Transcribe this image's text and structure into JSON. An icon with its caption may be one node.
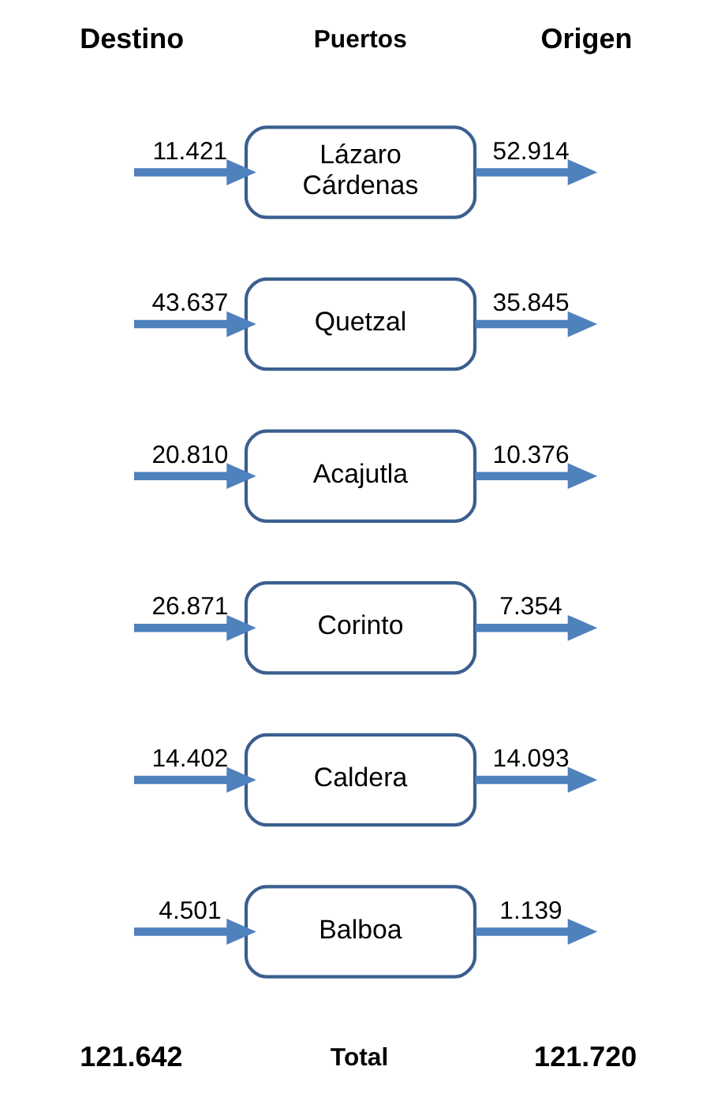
{
  "diagram": {
    "nodes": [
      {
        "text": [
          "Lázaro Cárdenas"
        ]
      },
      {
        "text": [
          "Quetzal"
        ]
      },
      {
        "text": [
          "Acajutla"
        ]
      },
      {
        "text": [
          "Corinto"
        ]
      },
      {
        "text": [
          "Caldera"
        ]
      },
      {
        "text": [
          "Balboa"
        ]
      }
    ],
    "edges": [
      {
        "from": null,
        "to": 0,
        "arrow": "to",
        "label": "11.421"
      },
      {
        "from": 0,
        "to": null,
        "arrow": "to",
        "label": "52.914"
      },
      {
        "from": null,
        "to": 1,
        "arrow": "to",
        "label": "43.637"
      },
      {
        "from": 1,
        "to": null,
        "arrow": "to",
        "label": "35.845"
      },
      {
        "from": null,
        "to": 2,
        "arrow": "to",
        "label": "20.810"
      },
      {
        "from": 2,
        "to": null,
        "arrow": "to",
        "label": "10.376"
      },
      {
        "from": null,
        "to": 3,
        "arrow": "to",
        "label": "26.871"
      },
      {
        "from": 3,
        "to": null,
        "arrow": "to",
        "label": "7.354"
      },
      {
        "from": null,
        "to": 4,
        "arrow": "to",
        "label": "14.402"
      },
      {
        "from": 4,
        "to": null,
        "arrow": "to",
        "label": "14.093"
      },
      {
        "from": null,
        "to": 5,
        "arrow": "to",
        "label": "4.501"
      },
      {
        "from": 5,
        "to": null,
        "arrow": "to",
        "label": "1.139"
      }
    ],
    "labels": [
      "Destino",
      "Puertos",
      "Origen",
      "121.642",
      "Total",
      "121.720"
    ]
  }
}
